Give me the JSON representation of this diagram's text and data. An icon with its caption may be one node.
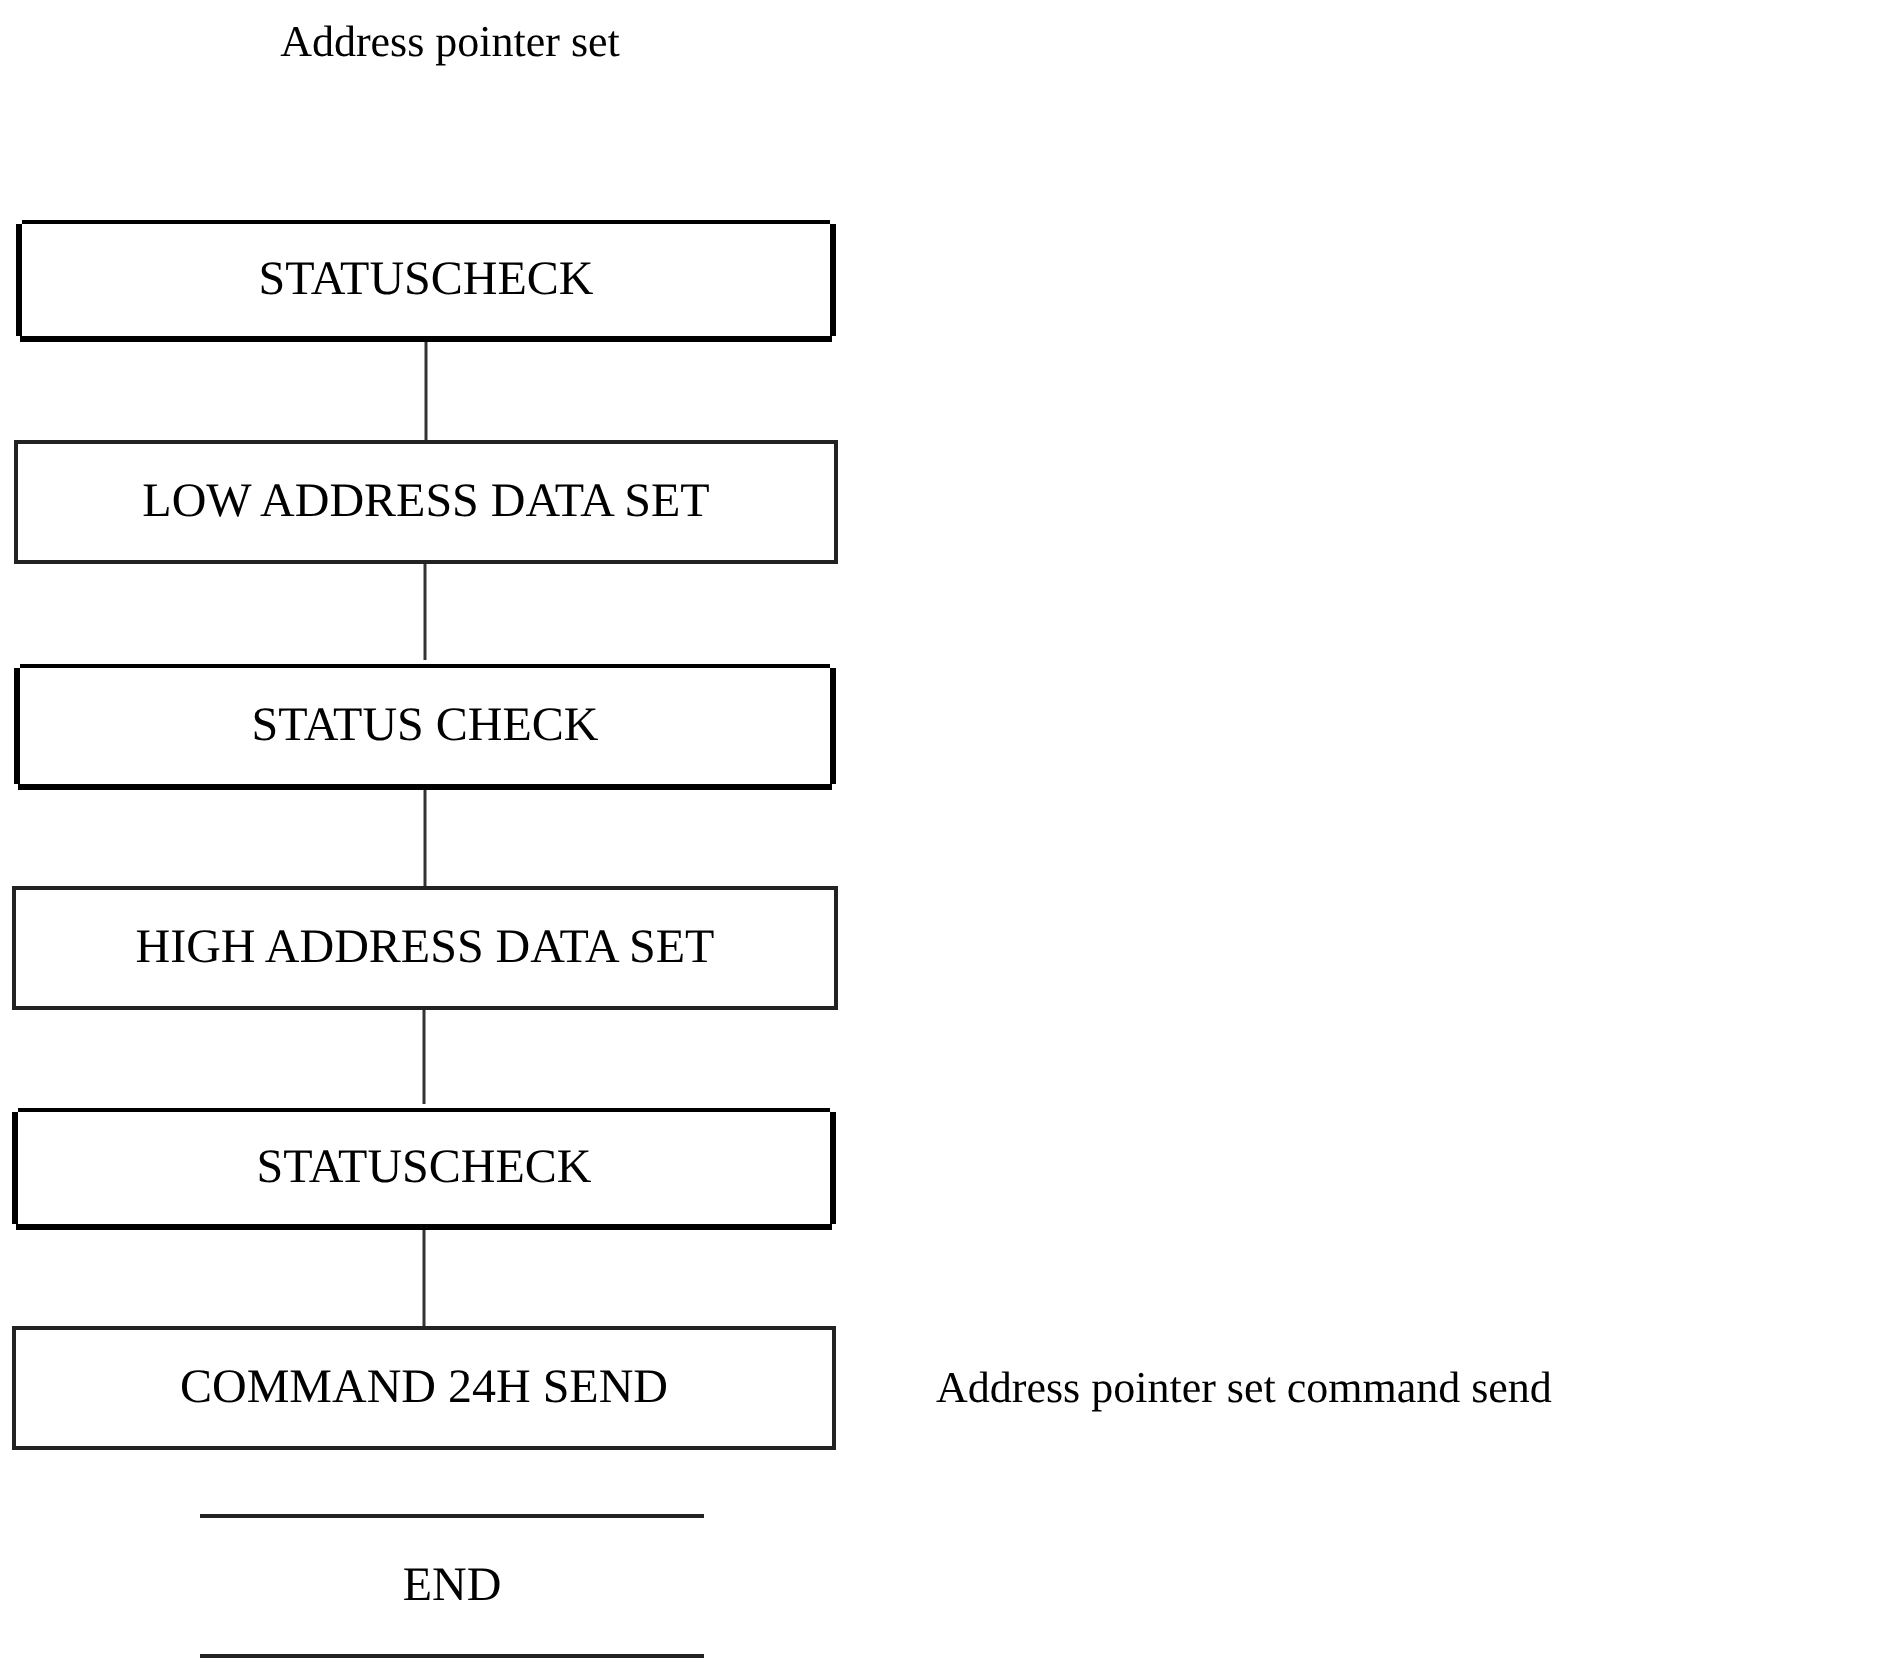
{
  "diagram": {
    "title": "Address pointer set",
    "nodes": [
      {
        "text": [
          "STATUSCHECK"
        ]
      },
      {
        "text": [
          "LOW ADDRESS DATA SET"
        ]
      },
      {
        "text": [
          "STATUS CHECK"
        ]
      },
      {
        "text": [
          "HIGH ADDRESS DATA SET"
        ]
      },
      {
        "text": [
          "STATUSCHECK"
        ]
      },
      {
        "text": [
          "COMMAND 24H SEND"
        ],
        "beside": [
          "Address pointer set command send"
        ]
      },
      {
        "text": [
          "END"
        ]
      }
    ],
    "edges": [
      {
        "from": 0,
        "to": 1,
        "arrow": "none"
      },
      {
        "from": 1,
        "to": 2,
        "arrow": "none"
      },
      {
        "from": 2,
        "to": 3,
        "arrow": "none"
      },
      {
        "from": 3,
        "to": 4,
        "arrow": "none"
      },
      {
        "from": 4,
        "to": 5,
        "arrow": "none"
      }
    ]
  }
}
